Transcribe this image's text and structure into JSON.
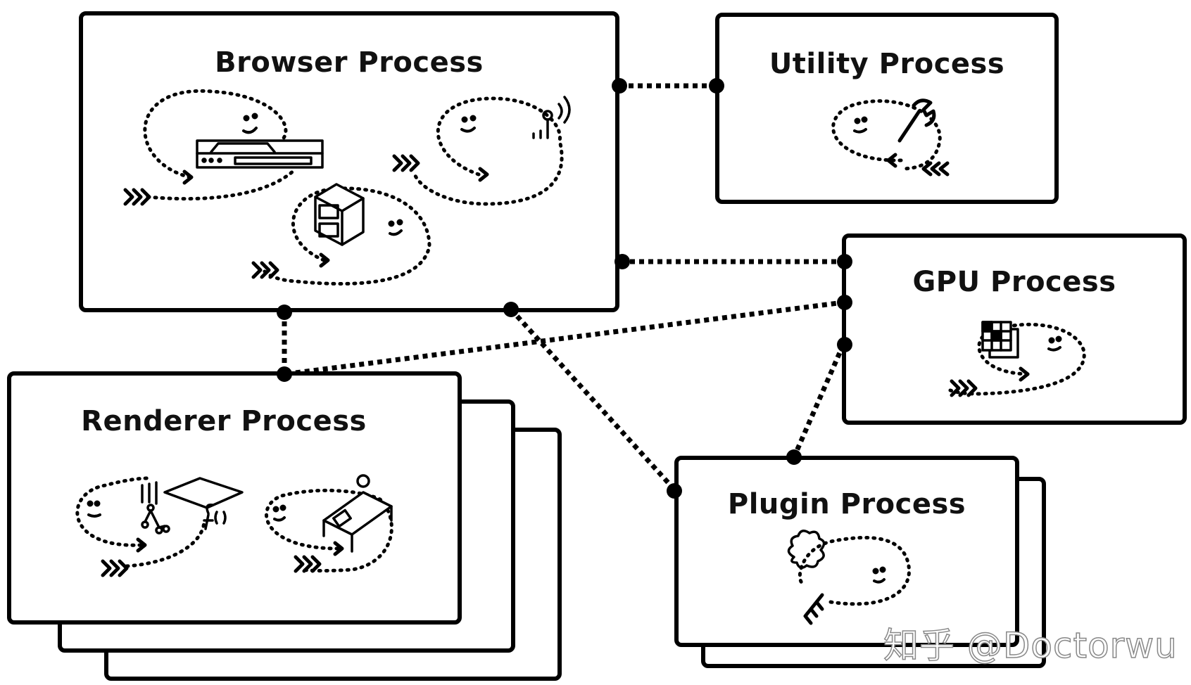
{
  "diagram": {
    "title": "Chrome multi-process architecture",
    "processes": {
      "browser": {
        "label": "Browser Process",
        "icons": [
          "browser-toolbar-icon",
          "file-cabinet-icon",
          "network-antenna-icon"
        ]
      },
      "utility": {
        "label": "Utility Process",
        "icons": [
          "wrench-icon"
        ]
      },
      "gpu": {
        "label": "GPU Process",
        "icons": [
          "pixel-grid-icon"
        ]
      },
      "renderer": {
        "label": "Renderer Process",
        "stacked": true,
        "icons": [
          "book-and-tools-icon",
          "tree-graph-icon",
          "function-icon",
          "worker-desk-icon"
        ]
      },
      "plugin": {
        "label": "Plugin Process",
        "stacked": true,
        "icons": [
          "puzzle-piece-icon"
        ]
      }
    },
    "connections": [
      {
        "from": "Browser Process",
        "to": "Utility Process"
      },
      {
        "from": "Browser Process",
        "to": "GPU Process"
      },
      {
        "from": "Browser Process",
        "to": "Renderer Process"
      },
      {
        "from": "Browser Process",
        "to": "Plugin Process"
      },
      {
        "from": "Renderer Process",
        "to": "GPU Process"
      },
      {
        "from": "Plugin Process",
        "to": "GPU Process"
      }
    ]
  },
  "watermark": "知乎 @Doctorwu"
}
